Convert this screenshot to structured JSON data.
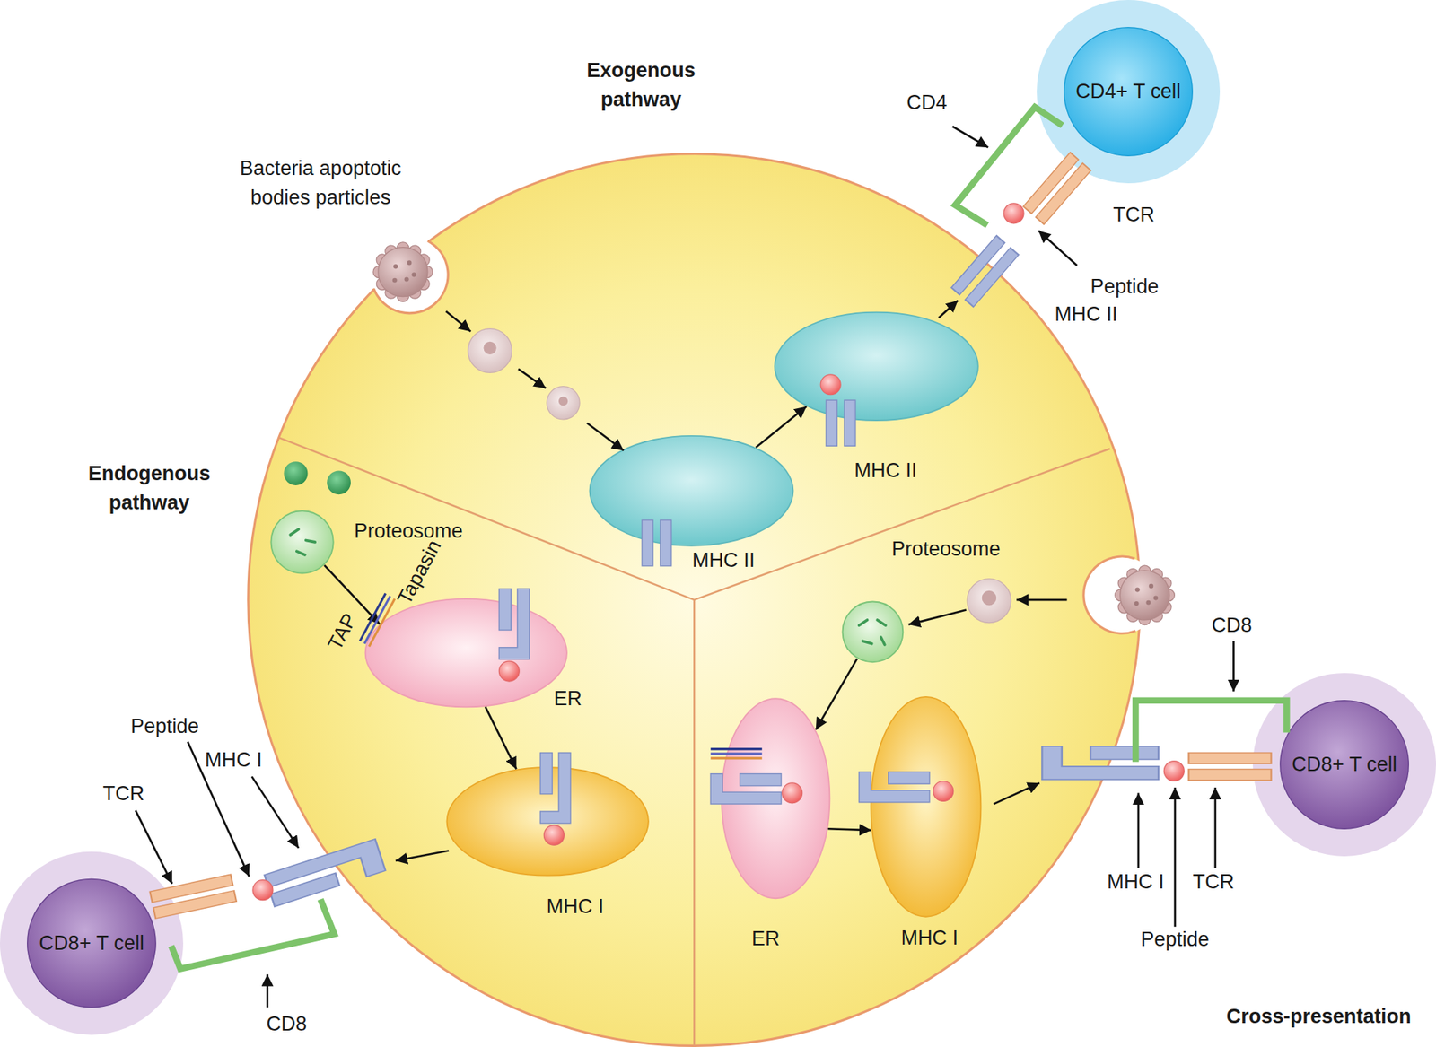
{
  "diagram": {
    "nodes": [
      {
        "text": [
          "CD4+ T cell"
        ]
      },
      {
        "text": [
          "MHC II"
        ]
      },
      {
        "text": [
          "MHC II"
        ]
      },
      {
        "text": [
          "Proteosome"
        ]
      },
      {
        "text": [
          "ER"
        ]
      },
      {
        "text": [
          "MHC I"
        ]
      },
      {
        "text": [
          "CD8+ T cell"
        ]
      },
      {
        "text": [
          "Proteosome"
        ]
      },
      {
        "text": [
          "ER"
        ]
      },
      {
        "text": [
          "MHC I"
        ]
      },
      {
        "text": [
          "CD8+ T cell"
        ]
      }
    ],
    "edges": [
      {
        "from": 2,
        "to": 1,
        "arrow": "to"
      },
      {
        "from": 3,
        "to": 4,
        "arrow": "to"
      },
      {
        "from": 4,
        "to": 5,
        "arrow": "to"
      },
      {
        "from": 7,
        "to": 8,
        "arrow": "to"
      },
      {
        "from": 8,
        "to": 9,
        "arrow": "to"
      }
    ],
    "labels": [
      "Exogenous pathway",
      "Endogenous pathway",
      "Cross-presentation",
      "Bacteria apoptotic bodies particles",
      "CD4",
      "TCR",
      "Peptide",
      "MHC II",
      "Tapasin",
      "TAP",
      "Peptide",
      "MHC I",
      "TCR",
      "CD8",
      "CD8",
      "MHC I",
      "TCR",
      "Peptide"
    ]
  }
}
